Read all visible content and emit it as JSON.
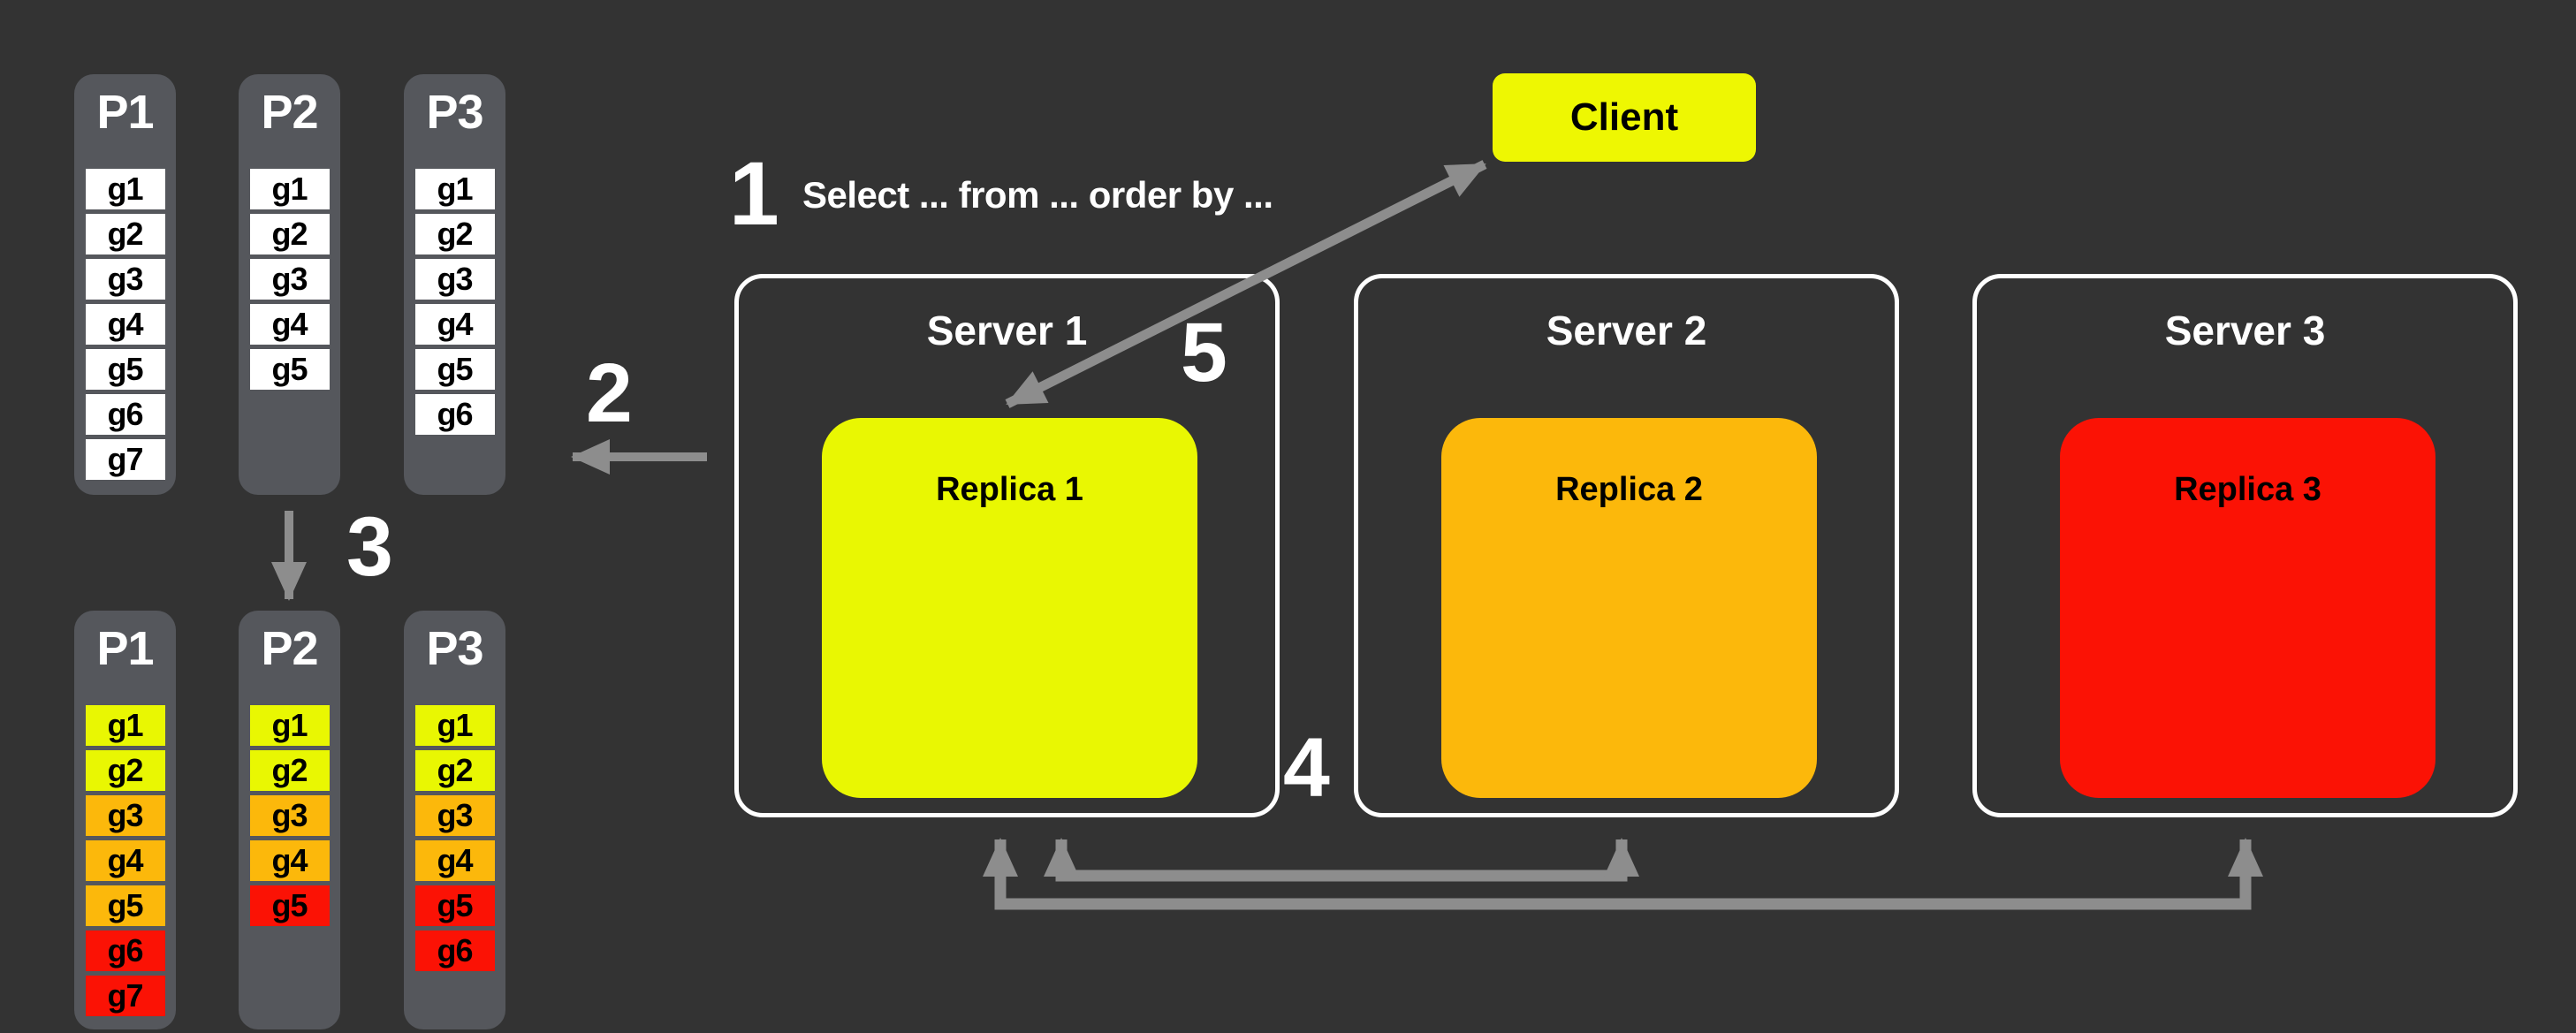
{
  "colors": {
    "background": "#333333",
    "panel": "#55575c",
    "white_cell": "#ffffff",
    "yellow": "#e9f702",
    "orange": "#fcb80b",
    "red": "#fb1205",
    "client_yellow": "#eef702",
    "arrow": "#8d8d8d",
    "server_border": "#ffffff",
    "text_light": "#ffffff",
    "text_dark": "#000000"
  },
  "steps": {
    "one": {
      "num": "1",
      "query": "Select ... from ... order by ..."
    },
    "two": {
      "num": "2"
    },
    "three": {
      "num": "3"
    },
    "four": {
      "num": "4"
    },
    "five": {
      "num": "5"
    }
  },
  "client": {
    "label": "Client"
  },
  "servers": [
    {
      "name": "Server 1",
      "replica": {
        "label": "Replica 1",
        "tier": "yellow"
      }
    },
    {
      "name": "Server 2",
      "replica": {
        "label": "Replica 2",
        "tier": "orange"
      }
    },
    {
      "name": "Server 3",
      "replica": {
        "label": "Replica 3",
        "tier": "red"
      }
    }
  ],
  "partitions_before": {
    "columns": [
      {
        "name": "P1",
        "cells": [
          {
            "label": "g1",
            "tier": "white_cell"
          },
          {
            "label": "g2",
            "tier": "white_cell"
          },
          {
            "label": "g3",
            "tier": "white_cell"
          },
          {
            "label": "g4",
            "tier": "white_cell"
          },
          {
            "label": "g5",
            "tier": "white_cell"
          },
          {
            "label": "g6",
            "tier": "white_cell"
          },
          {
            "label": "g7",
            "tier": "white_cell"
          }
        ]
      },
      {
        "name": "P2",
        "cells": [
          {
            "label": "g1",
            "tier": "white_cell"
          },
          {
            "label": "g2",
            "tier": "white_cell"
          },
          {
            "label": "g3",
            "tier": "white_cell"
          },
          {
            "label": "g4",
            "tier": "white_cell"
          },
          {
            "label": "g5",
            "tier": "white_cell"
          }
        ]
      },
      {
        "name": "P3",
        "cells": [
          {
            "label": "g1",
            "tier": "white_cell"
          },
          {
            "label": "g2",
            "tier": "white_cell"
          },
          {
            "label": "g3",
            "tier": "white_cell"
          },
          {
            "label": "g4",
            "tier": "white_cell"
          },
          {
            "label": "g5",
            "tier": "white_cell"
          },
          {
            "label": "g6",
            "tier": "white_cell"
          }
        ]
      }
    ]
  },
  "partitions_after": {
    "columns": [
      {
        "name": "P1",
        "cells": [
          {
            "label": "g1",
            "tier": "yellow"
          },
          {
            "label": "g2",
            "tier": "yellow"
          },
          {
            "label": "g3",
            "tier": "orange"
          },
          {
            "label": "g4",
            "tier": "orange"
          },
          {
            "label": "g5",
            "tier": "orange"
          },
          {
            "label": "g6",
            "tier": "red"
          },
          {
            "label": "g7",
            "tier": "red"
          }
        ]
      },
      {
        "name": "P2",
        "cells": [
          {
            "label": "g1",
            "tier": "yellow"
          },
          {
            "label": "g2",
            "tier": "yellow"
          },
          {
            "label": "g3",
            "tier": "orange"
          },
          {
            "label": "g4",
            "tier": "orange"
          },
          {
            "label": "g5",
            "tier": "red"
          }
        ]
      },
      {
        "name": "P3",
        "cells": [
          {
            "label": "g1",
            "tier": "yellow"
          },
          {
            "label": "g2",
            "tier": "yellow"
          },
          {
            "label": "g3",
            "tier": "orange"
          },
          {
            "label": "g4",
            "tier": "orange"
          },
          {
            "label": "g5",
            "tier": "red"
          },
          {
            "label": "g6",
            "tier": "red"
          }
        ]
      }
    ]
  }
}
